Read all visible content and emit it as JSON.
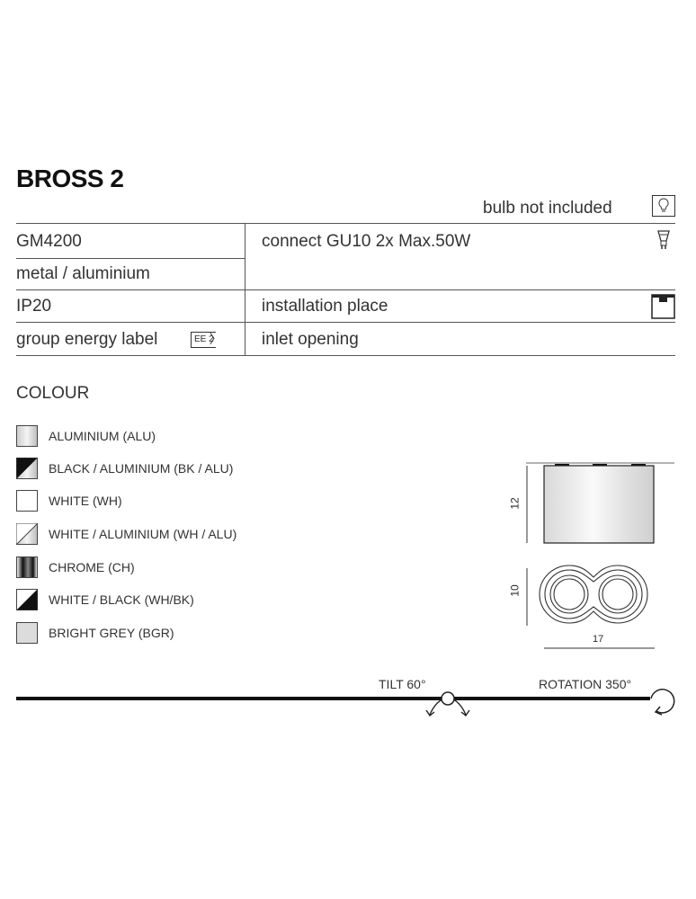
{
  "product": {
    "name": "BROSS 2",
    "bulb_note": "bulb not included"
  },
  "specs": {
    "code": "GM4200",
    "material": "metal / aluminium",
    "ip": "IP20",
    "energy_label": "group energy label",
    "energy_badge": "EE 2",
    "connect": "connect GU10 2x Max.50W",
    "installation": "installation place",
    "inlet": "inlet opening"
  },
  "colour": {
    "heading": "COLOUR",
    "items": [
      {
        "label": "ALUMINIUM (ALU)",
        "swatch": "alu"
      },
      {
        "label": "BLACK / ALUMINIUM (BK / ALU)",
        "swatch": "bk-alu"
      },
      {
        "label": "WHITE (WH)",
        "swatch": "white"
      },
      {
        "label": "WHITE / ALUMINIUM (WH / ALU)",
        "swatch": "wh-alu"
      },
      {
        "label": "CHROME (CH)",
        "swatch": "chrome"
      },
      {
        "label": "WHITE / BLACK (WH/BK)",
        "swatch": "wh-bk"
      },
      {
        "label": "BRIGHT GREY (BGR)",
        "swatch": "bgr"
      }
    ]
  },
  "dimensions": {
    "height": "12",
    "depth": "10",
    "width": "17"
  },
  "motion": {
    "tilt": "TILT 60°",
    "rotation": "ROTATION 350°"
  }
}
